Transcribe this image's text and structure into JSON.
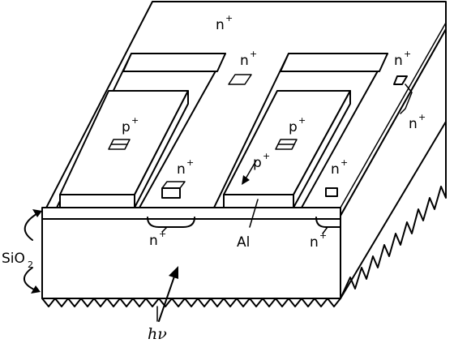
{
  "labels": {
    "n_top": {
      "base": "n",
      "sup": "+"
    },
    "n_center": {
      "base": "n",
      "sup": "+"
    },
    "n_right_top": {
      "base": "n",
      "sup": "+"
    },
    "n_right_side": {
      "base": "n",
      "sup": "+"
    },
    "p_left": {
      "base": "p",
      "sup": "+"
    },
    "p_right": {
      "base": "p",
      "sup": "+"
    },
    "p_arrow": {
      "base": "p",
      "sup": "+"
    },
    "n_mid_left": {
      "base": "n",
      "sup": "+"
    },
    "n_mid_right": {
      "base": "n",
      "sup": "+"
    },
    "n_below_left": {
      "base": "n",
      "sup": "+"
    },
    "n_below_right": {
      "base": "n",
      "sup": "+"
    },
    "al": "Al",
    "sio2": {
      "base": "SiO",
      "sub": "2"
    },
    "hv": "hν"
  }
}
